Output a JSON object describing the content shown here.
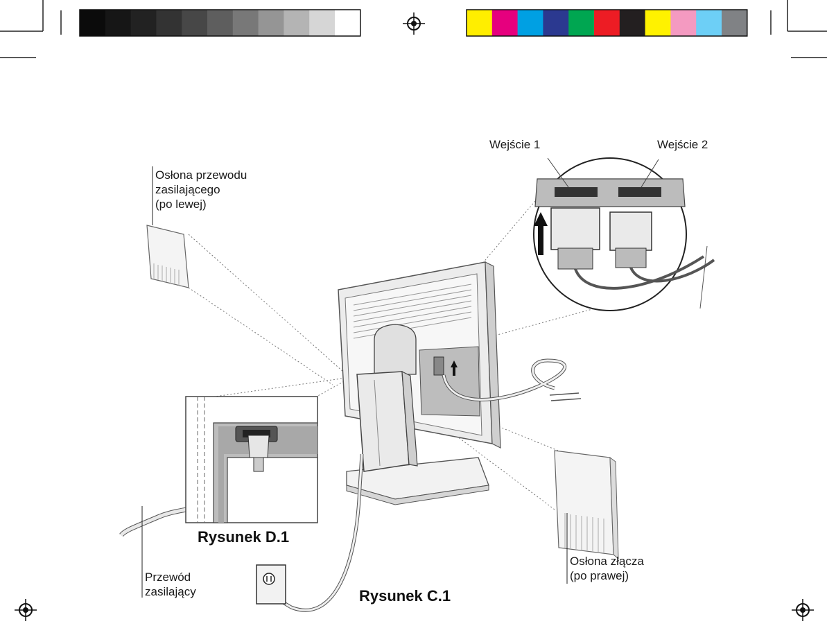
{
  "labels": {
    "input1": "Wejście 1",
    "input2": "Wejście 2",
    "cable_cover_left": [
      "Osłona przewodu",
      "zasilającego",
      "(po lewej)"
    ],
    "connector_cover_right": [
      "Osłona złącza",
      "(po prawej)"
    ],
    "power_cord": [
      "Przewód",
      "zasilający"
    ]
  },
  "figures": {
    "fig_d1": "Rysunek D.1",
    "fig_c1": "Rysunek C.1"
  },
  "colors": {
    "gray_bar": [
      "#0b0b0b",
      "#161616",
      "#222222",
      "#333333",
      "#474747",
      "#5e5e5e",
      "#787878",
      "#959595",
      "#b4b4b4",
      "#d6d6d6",
      "#ffffff"
    ],
    "color_bar": [
      "#ffee00",
      "#e6007e",
      "#00a0e3",
      "#2b3990",
      "#00a651",
      "#ed1c24",
      "#231f20",
      "#fff200",
      "#f49ac1",
      "#6dcff6",
      "#808285"
    ]
  }
}
